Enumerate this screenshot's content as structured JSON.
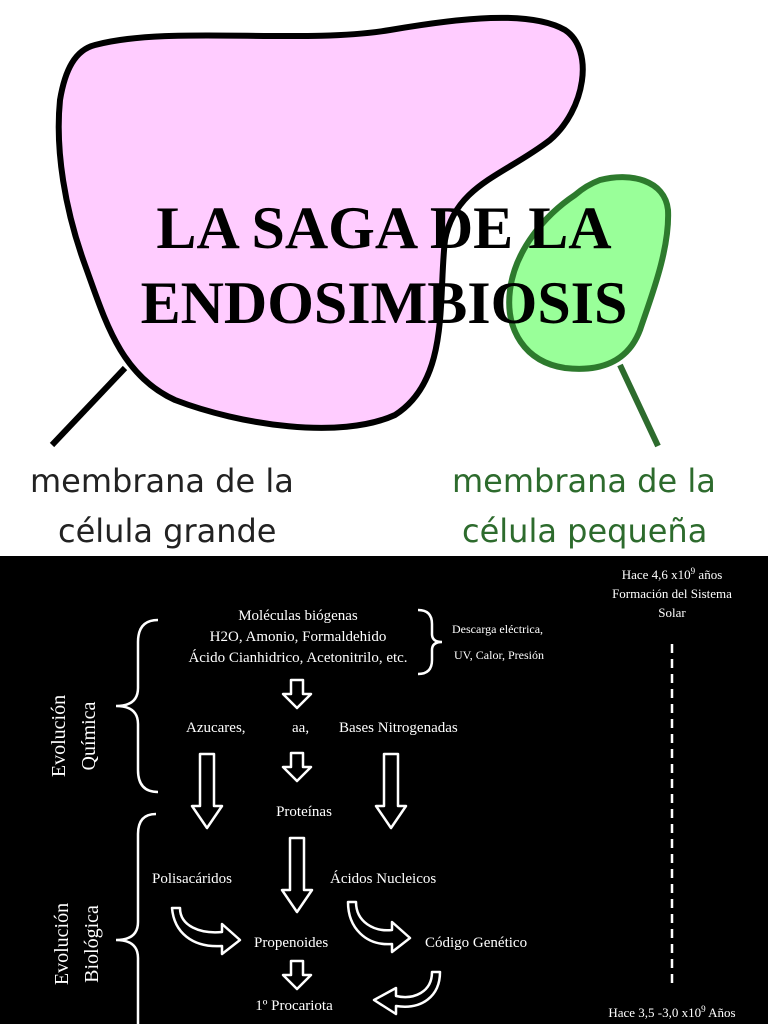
{
  "title": {
    "line1": "LA SAGA DE LA",
    "line2": "ENDOSIMBIOSIS"
  },
  "membranes": {
    "large": {
      "line1": "membrana de la",
      "line2": "célula grande",
      "color": "#222222",
      "fill": "#ffccff"
    },
    "small": {
      "line1": "membrana de la",
      "line2": "célula pequeña",
      "color": "#2d6b2d",
      "fill": "#99ff99"
    }
  },
  "timeline": {
    "top_line1": "Hace 4,6 x10",
    "top_exp": "9",
    "top_line1_end": " años",
    "top_line2": "Formación del Sistema",
    "top_line3": "Solar",
    "bottom_text": "Hace 3,5 -3,0 x10",
    "bottom_exp": "9",
    "bottom_end": " Años"
  },
  "brackets": {
    "quimica_line1": "Evolución",
    "quimica_line2": "Química",
    "biologica_line1": "Evolución",
    "biologica_line2": "Biológica"
  },
  "flow": {
    "molecules_title": "Moléculas biógenas",
    "molecules_line2": "H2O, Amonio, Formaldehido",
    "molecules_line3": "Ácido Cianhidrico, Acetonitrilo, etc.",
    "energy_line1": "Descarga eléctrica,",
    "energy_line2": "UV, Calor, Presión",
    "azucares": "Azucares,",
    "aa": "aa,",
    "bases": "Bases Nitrogenadas",
    "proteinas": "Proteínas",
    "polisacaridos": "Polisacáridos",
    "acidos": "Ácidos Nucleicos",
    "propenoides": "Propenoides",
    "codigo": "Código Genético",
    "procariota": "1º  Procariota"
  }
}
